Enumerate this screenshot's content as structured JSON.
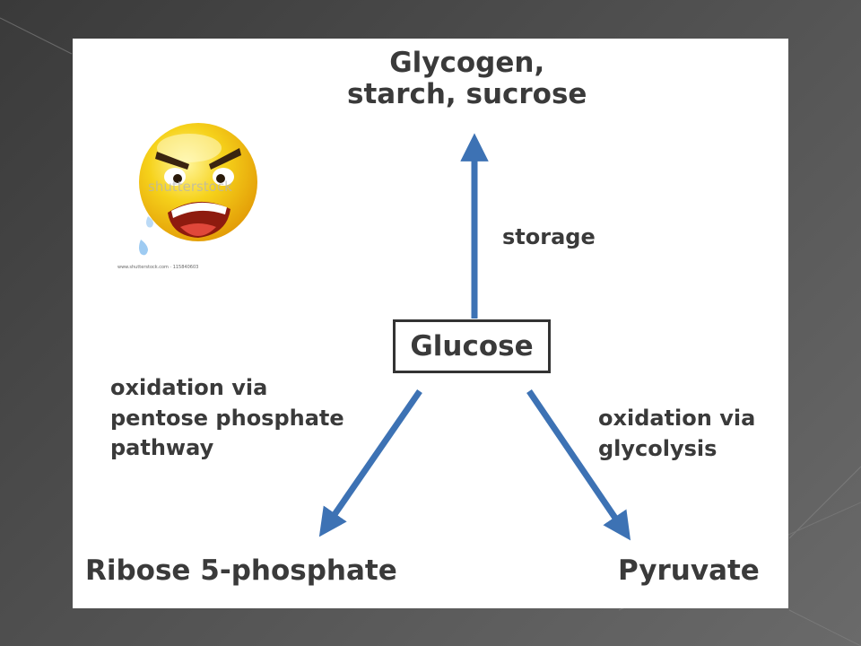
{
  "nodes": {
    "top": "Glycogen,\nstarch, sucrose",
    "center": "Glucose",
    "left": "Ribose 5-phosphate",
    "right": "Pyruvate"
  },
  "edges": {
    "up": "storage",
    "left": "oxidation via\npentose phosphate\npathway",
    "right": "oxidation via\nglycolysis"
  },
  "emoji": {
    "icon": "angry-face-icon",
    "watermark": "shutterstock",
    "caption": "www.shutterstock.com · 115840603"
  },
  "colors": {
    "arrow": "#3d72b4",
    "text": "#3a3a3a",
    "emoji_yellow": "#f4c20d"
  }
}
